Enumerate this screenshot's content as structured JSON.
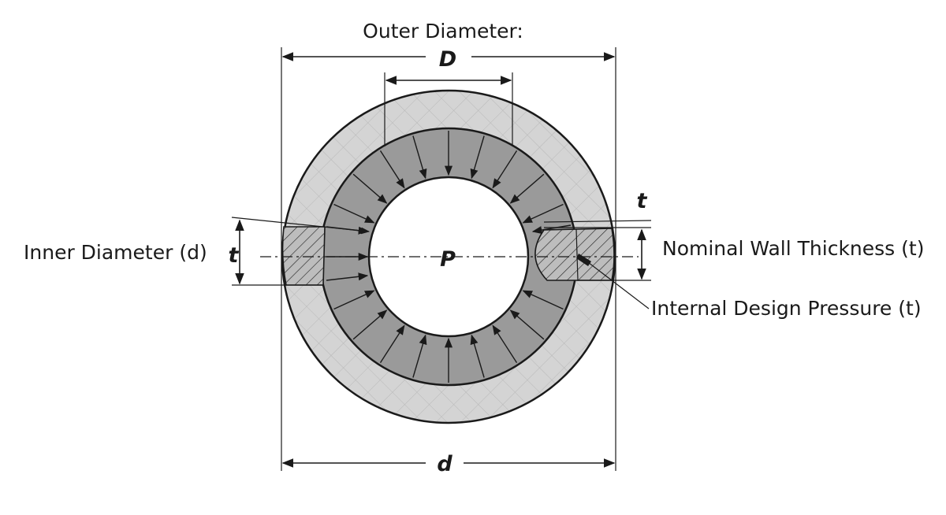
{
  "labels": {
    "outer_diameter": "Outer Diameter:",
    "inner_diameter": "Inner Diameter (d)",
    "nominal_wall_thickness": "Nominal Wall Thickness (t)",
    "internal_design_pressure": "Internal Design Pressure (t)"
  },
  "symbols": {
    "top_dimension": "D",
    "bottom_dimension": "d",
    "left_thickness": "t",
    "right_thickness": "t",
    "pressure": "P"
  },
  "colors": {
    "insulation_fill": "#d2d2d2",
    "wall_fill": "#9a9a9a",
    "hatch_fill": "#bdbdbd",
    "line": "#1a1a1a"
  }
}
